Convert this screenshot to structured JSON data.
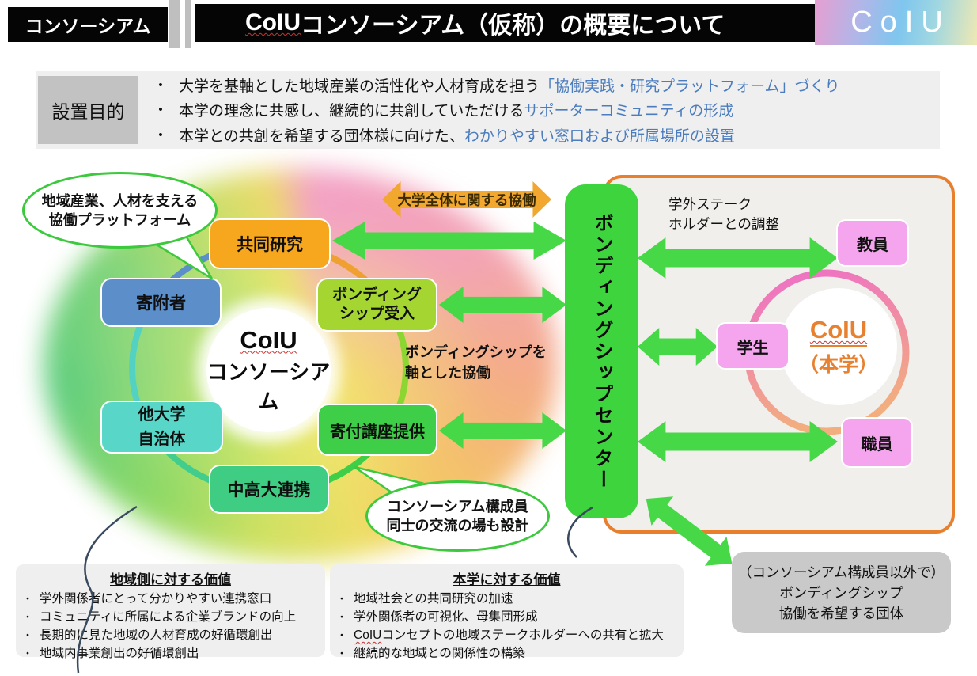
{
  "header": {
    "tab": "コンソーシアム",
    "title_pre": "CoIU",
    "title_rest": "コンソーシアム（仮称）の概要について",
    "logo": "CoIU"
  },
  "purpose": {
    "label": "設置目的",
    "bullets": [
      {
        "black": "大学を基軸とした地域産業の活性化や人材育成を担う",
        "blue": "「協働実践・研究プラットフォーム」づくり"
      },
      {
        "black": "本学の理念に共感し、継続的に共創していただける",
        "blue": "サポーターコミュニティの形成"
      },
      {
        "black": "本学との共創を希望する団体様に向けた、",
        "blue": "わかりやすい窓口および所属場所の設置"
      }
    ]
  },
  "diagram": {
    "bubble_platform": {
      "l1": "地域産業、人材を支える",
      "l2": "協働プラットフォーム"
    },
    "bubble_exchange": {
      "l1": "コンソーシアム構成員",
      "l2": "同士の交流の場も設計"
    },
    "consortium": {
      "name_en": "CoIU",
      "name_jp": "コンソーシアム"
    },
    "nodes": {
      "joint_research": "共同研究",
      "donors": "寄附者",
      "bonding_l1": "ボンディング",
      "bonding_l2": "シップ受入",
      "other_l1": "他大学",
      "other_l2": "自治体",
      "donated_course": "寄付講座提供",
      "school_collab": "中高大連携"
    },
    "yellow_arrow": "大学全体に関する協働",
    "center_bar": "ボンディングシップセンター",
    "axis_l1": "ボンディングシップを",
    "axis_l2": "軸とした協働",
    "univ": {
      "note_l1": "学外ステーク",
      "note_l2": "ホルダーとの調整",
      "name_en": "CoIU",
      "name_jp": "（本学）",
      "faculty": "教員",
      "student": "学生",
      "staff": "職員"
    },
    "external": {
      "l1": "（コンソーシアム構成員以外で）",
      "l2": "ボンディングシップ",
      "l3": "協働を希望する団体"
    }
  },
  "values": {
    "regional": {
      "title": "地域側に対する価値",
      "items": [
        {
          "text": "学外関係者にとって分かりやすい連携窓口"
        },
        {
          "text": "コミュニティに所属による企業ブランドの向上"
        },
        {
          "text": "長期的に見た地域の人材育成の好循環創出"
        },
        {
          "text": "地域内事業創出の好循環創出"
        }
      ]
    },
    "university": {
      "title": "本学に対する価値",
      "items": [
        {
          "text": "地域社会との共同研究の加速"
        },
        {
          "text": "学外関係者の可視化、母集団形成"
        },
        {
          "wavy": "CoIU",
          "text": "コンセプトの地域ステークホルダーへの共有と拡大"
        },
        {
          "text": "継続的な地域との関係性の構築"
        }
      ]
    }
  },
  "colors": {
    "accent_green": "#3ed43e",
    "arrow_green": "#47d848",
    "yellow_arrow": "#f2a72e",
    "univ_border_orange": "#e87f2c",
    "univ_text_orange": "#e8812f",
    "member_pink": "#f4a5ee",
    "node_orange": "#f6a71e",
    "node_blue": "#5c8ec9",
    "node_lime": "#a5d531",
    "node_teal": "#58d7c9",
    "node_green": "#3fce48",
    "node_emerald": "#3fcd84",
    "purpose_blue": "#4a7cbe",
    "panel_gray": "#efefef",
    "label_gray": "#c2c2c2",
    "ext_gray": "#c9c9c9"
  }
}
